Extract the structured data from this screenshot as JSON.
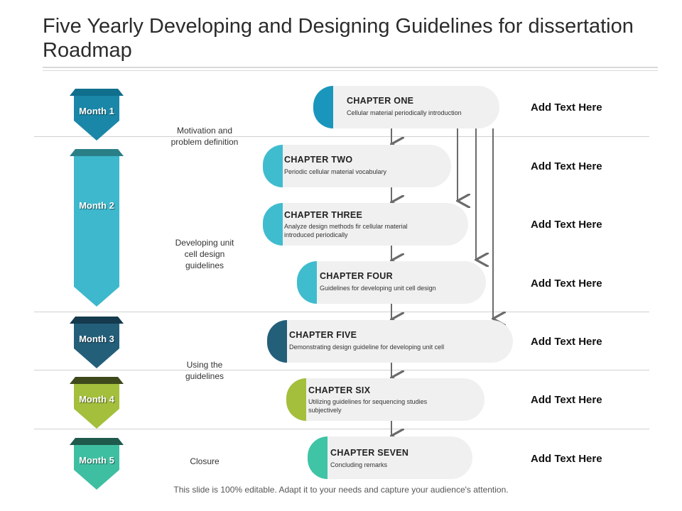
{
  "title": "Five Yearly Developing and Designing Guidelines for dissertation Roadmap",
  "months": [
    {
      "label": "Month 1",
      "color": "#1a87a8",
      "cap": "#0f6f8c"
    },
    {
      "label": "Month 2",
      "color": "#3db8cc",
      "cap": "#2a7f86"
    },
    {
      "label": "Month 3",
      "color": "#245f7a",
      "cap": "#153a4d"
    },
    {
      "label": "Month 4",
      "color": "#a3bf3c",
      "cap": "#3f4a1c"
    },
    {
      "label": "Month 5",
      "color": "#3fbfa2",
      "cap": "#1f5a4d"
    }
  ],
  "phases": [
    {
      "label": "Motivation and problem definition"
    },
    {
      "label": "Developing unit cell design guidelines"
    },
    {
      "label": "Using the guidelines"
    },
    {
      "label": "Closure"
    }
  ],
  "chapters": [
    {
      "title": "CHAPTER ONE",
      "desc": "Cellular material periodically introduction",
      "color": "#1a96bd"
    },
    {
      "title": "CHAPTER TWO",
      "desc": "Periodic cellular material vocabulary",
      "color": "#40bccf"
    },
    {
      "title": "CHAPTER THREE",
      "desc": "Analyze design methods fir cellular material introduced periodically",
      "color": "#40bccf"
    },
    {
      "title": "CHAPTER FOUR",
      "desc": "Guidelines for developing unit cell design",
      "color": "#40bccf"
    },
    {
      "title": "CHAPTER FIVE",
      "desc": "Demonstrating design guideline for developing unit cell",
      "color": "#245f7a"
    },
    {
      "title": "CHAPTER SIX",
      "desc": "Utilizing guidelines for sequencing studies subjectively",
      "color": "#a3bf3c"
    },
    {
      "title": "CHAPTER SEVEN",
      "desc": "Concluding remarks",
      "color": "#3fc4a6"
    }
  ],
  "add_text": [
    "Add Text Here",
    "Add Text Here",
    "Add Text Here",
    "Add Text Here",
    "Add Text Here",
    "Add Text Here",
    "Add Text Here"
  ],
  "footer": "This slide is 100% editable. Adapt it to your needs and capture your audience's attention."
}
